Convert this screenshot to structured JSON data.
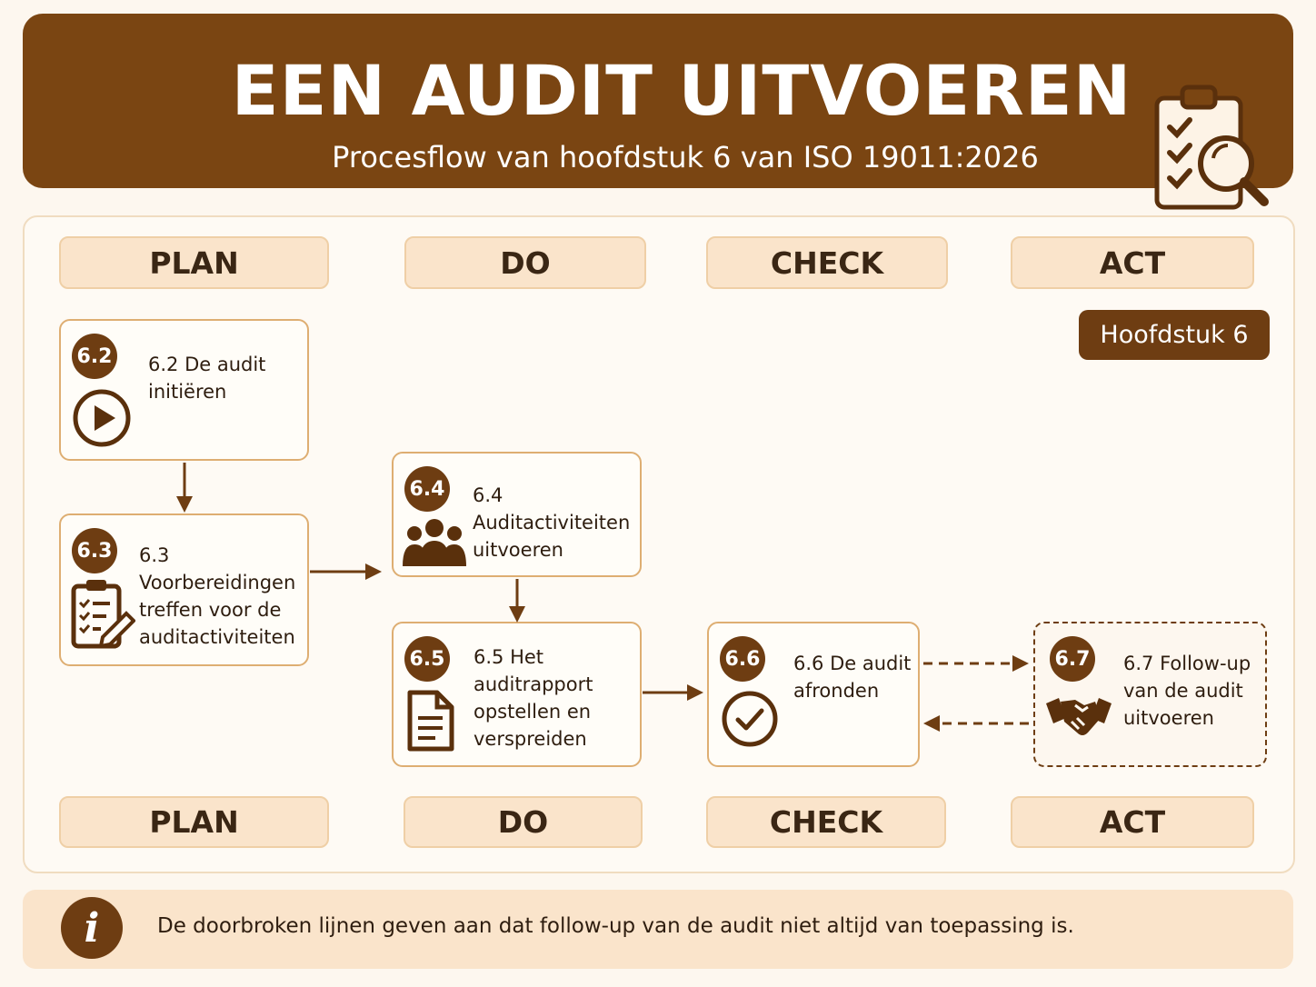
{
  "header": {
    "title": "EEN AUDIT UITVOEREN",
    "subtitle": "Procesflow van hoofdstuk 6 van ISO 19011:2026",
    "icon": "clipboard-checklist-magnifier-icon"
  },
  "phases_top": [
    "PLAN",
    "DO",
    "CHECK",
    "ACT"
  ],
  "phases_bottom": [
    "PLAN",
    "DO",
    "CHECK",
    "ACT"
  ],
  "chapter_badge": "Hoofdstuk 6",
  "steps": [
    {
      "number": "6.2",
      "lines": [
        "6.2 De audit",
        "initiëren"
      ],
      "icon": "play-icon"
    },
    {
      "number": "6.3",
      "lines": [
        "6.3 Voorbereidingen",
        "treffen voor de",
        "auditactiviteiten"
      ],
      "icon": "clipboard-pen-icon"
    },
    {
      "number": "6.4",
      "lines": [
        "6.4 Auditactiviteiten",
        "uitvoeren"
      ],
      "icon": "group-icon"
    },
    {
      "number": "6.5",
      "lines": [
        "6.5 Het",
        "auditrapport",
        "opstellen en",
        "verspreiden"
      ],
      "icon": "document-icon"
    },
    {
      "number": "6.6",
      "lines": [
        "6.6 De audit",
        "afronden"
      ],
      "icon": "check-circle-icon"
    },
    {
      "number": "6.7",
      "lines": [
        "6.7 Follow-up",
        "van de audit",
        "uitvoeren"
      ],
      "icon": "handshake-icon"
    }
  ],
  "footer": {
    "icon": "info-icon",
    "info_symbol": "i",
    "text": "De doorbroken lijnen geven aan dat follow-up van de audit niet altijd van toepassing is."
  },
  "colors": {
    "brand_brown": "#7a4512",
    "badge_brown": "#6e3d12",
    "phase_fill": "#fae4cb",
    "card_border": "#deae72",
    "background": "#fdf7ef"
  }
}
